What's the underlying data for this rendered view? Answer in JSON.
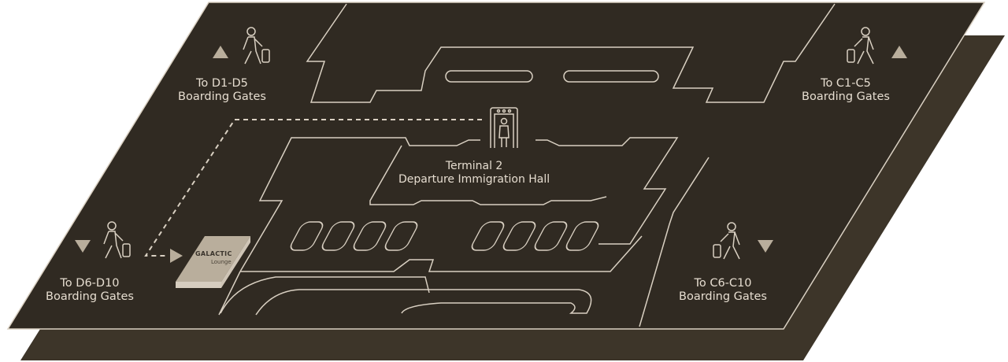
{
  "colors": {
    "floor": "#302a22",
    "floor_under": "#3d3529",
    "lines": "#d9d0c2",
    "lounge": "#b9ae9c"
  },
  "gates": {
    "d1_d5": {
      "line1": "To D1-D5",
      "line2": "Boarding Gates",
      "arrow": "up"
    },
    "c1_c5": {
      "line1": "To C1-C5",
      "line2": "Boarding Gates",
      "arrow": "up"
    },
    "d6_d10": {
      "line1": "To D6-D10",
      "line2": "Boarding Gates",
      "arrow": "down"
    },
    "c6_c10": {
      "line1": "To C6-C10",
      "line2": "Boarding Gates",
      "arrow": "down"
    }
  },
  "hall": {
    "line1": "Terminal 2",
    "line2": "Departure Immigration Hall"
  },
  "lounge": {
    "brand": "GALACTIC",
    "subtitle": "Lounge"
  },
  "icons": [
    "walking-traveler-icon",
    "security-scanner-icon",
    "arrow-up-icon",
    "arrow-down-icon",
    "arrow-right-icon"
  ]
}
